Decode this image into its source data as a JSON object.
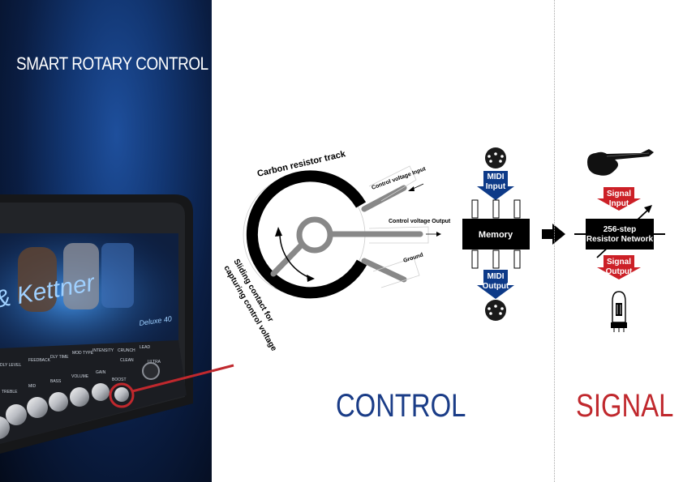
{
  "left": {
    "title": "SMART ROTARY CONTROL"
  },
  "amp": {
    "logo": "& Kettner",
    "model": "Deluxe 40",
    "labels": [
      "DLY LEVEL",
      "FEEDBACK",
      "DLY TIME",
      "MOD TYPE",
      "INTENSITY",
      "TREBLE",
      "MID",
      "BASS",
      "VOLUME",
      "GAIN",
      "CRUNCH",
      "LEAD",
      "CLEAN",
      "ULTRA",
      "BOOST"
    ]
  },
  "control": {
    "heading": "CONTROL",
    "carbon_track": "Carbon resistor track",
    "cv_input": "Control voltage Input",
    "cv_output": "Control voltage Output",
    "ground": "Ground",
    "sliding_line1": "Sliding contact for",
    "sliding_line2": "capturing control voltage",
    "midi_input_1": "MIDI",
    "midi_input_2": "Input",
    "midi_output_1": "MIDI",
    "midi_output_2": "Output",
    "memory": "Memory"
  },
  "signal": {
    "heading": "SIGNAL",
    "input_1": "Signal",
    "input_2": "Input",
    "network_1": "256-step",
    "network_2": "Resistor Network",
    "output_1": "Signal",
    "output_2": "Output"
  },
  "colors": {
    "brand_blue": "#1a3c87",
    "signal_red": "#c0282d",
    "arrow_blue": "#0d3a88",
    "arrow_red": "#cc2027"
  }
}
